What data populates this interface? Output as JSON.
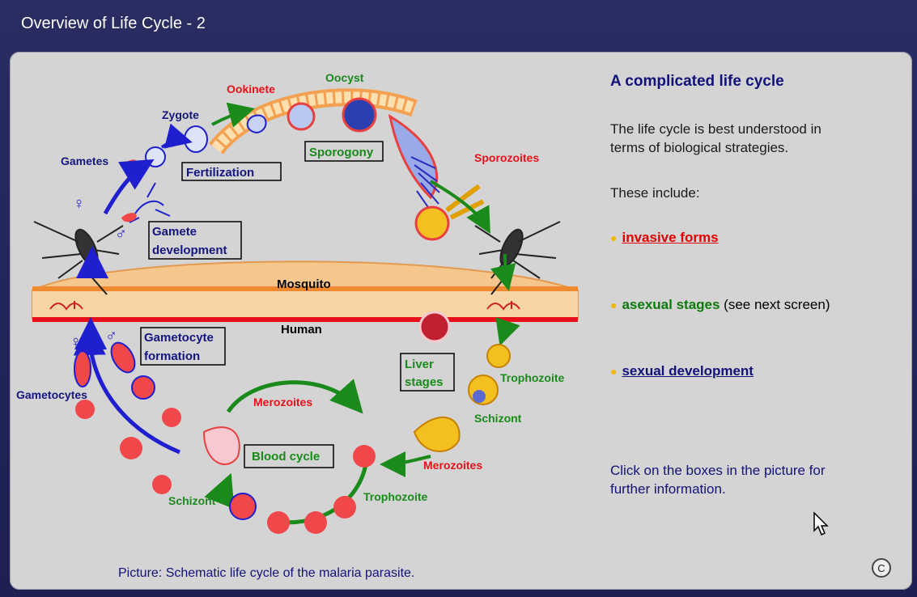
{
  "window": {
    "title": "Overview of Life Cycle - 2"
  },
  "right_panel": {
    "heading": "A complicated life cycle",
    "intro": "The life cycle is best understood in terms of biological strategies.",
    "intro_line1": "The life cycle is best understood in",
    "intro_line2": "terms of biological strategies.",
    "these_include": "These include:",
    "bullets": [
      {
        "label": "invasive forms",
        "extra": ""
      },
      {
        "label": "asexual stages",
        "extra": " (see next screen)"
      },
      {
        "label": "sexual development",
        "extra": ""
      }
    ],
    "click_line1": "Click on the boxes in the picture for",
    "click_line2": "further information."
  },
  "diagram": {
    "caption": "Picture: Schematic life cycle of the malaria parasite.",
    "boxes": {
      "fertilization": "Fertilization",
      "sporogony": "Sporogony",
      "gamete_development_1": "Gamete",
      "gamete_development_2": "development",
      "gametocyte_formation_1": "Gametocyte",
      "gametocyte_formation_2": "formation",
      "liver_stages_1": "Liver",
      "liver_stages_2": "stages",
      "blood_cycle": "Blood cycle"
    },
    "labels": {
      "ookinete": "Ookinete",
      "oocyst": "Oocyst",
      "zygote": "Zygote",
      "gametes": "Gametes",
      "sporozoites": "Sporozoites",
      "mosquito": "Mosquito",
      "human": "Human",
      "trophozoite_liver": "Trophozoite",
      "schizont_liver": "Schizont",
      "merozoites_liver": "Merozoites",
      "merozoites_blood": "Merozoites",
      "gametocytes": "Gametocytes",
      "schizont_blood": "Schizont",
      "trophozoite_blood": "Trophozoite",
      "female_symbol": "♀",
      "male_symbol": "♂"
    },
    "colors": {
      "red": "#e8101a",
      "green": "#1a8a1a",
      "navy": "#151580",
      "skin": "#f5c78c",
      "blood_cell": "#f0484a"
    }
  },
  "copyright_symbol": "C"
}
